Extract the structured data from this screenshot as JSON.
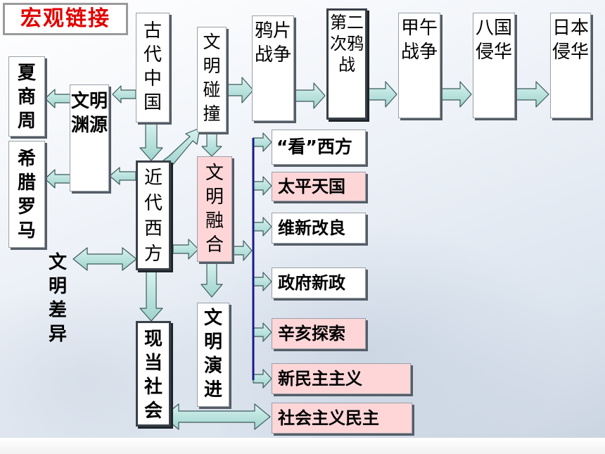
{
  "title": "宏观链接",
  "nodes": {
    "gudai_zhongguo": "古代中国",
    "xia_shang_zhou": "夏商周",
    "wenming_yuanyuan": "文明渊源",
    "xila_luoma": "希腊罗马",
    "jindai_xifang": "近代西方",
    "wenming_chayi": "文明差异",
    "xiandang_shehui": "现当社会",
    "wenming_pengzhuang": "文明碰撞",
    "wenming_ronghe": "文明融合",
    "wenming_yanjin": "文明演进",
    "yapian_zhanzheng": "鸦片战争",
    "dier_ci_yazhan": "第二次鸦战",
    "jiawu_zhanzheng": "甲午战争",
    "baguo_qinhua": "八国侵华",
    "riben_qinhua": "日本侵华",
    "kan_xifang": "“看”西方",
    "taiping_tianguo": "太平天国",
    "weixin_gailiang": "维新改良",
    "zhengfu_xinzheng": "政府新政",
    "xinhai_tansuo": "辛亥探索",
    "xin_minzhu_zhuyi": "新民主主义",
    "shehui_zhuyi_minzhu": "社会主义民主"
  },
  "colors": {
    "title_text": "#e10000",
    "highlight_fill": "#ffd6d8",
    "arrow_fill": "#bfe8e4",
    "bracket_line": "#1a1a8c"
  }
}
